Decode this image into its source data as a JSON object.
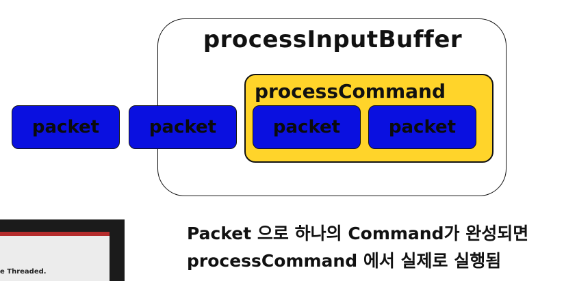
{
  "diagram": {
    "outer_label": "processInputBuffer",
    "inner_label": "processCommand",
    "packets": [
      "packet",
      "packet",
      "packet",
      "packet"
    ]
  },
  "caption": {
    "line1": "Packet 으로 하나의 Command가 완성되면",
    "line2": "processCommand 에서 실제로 실행됨"
  },
  "webcam": {
    "screen_text": "e Threaded."
  }
}
